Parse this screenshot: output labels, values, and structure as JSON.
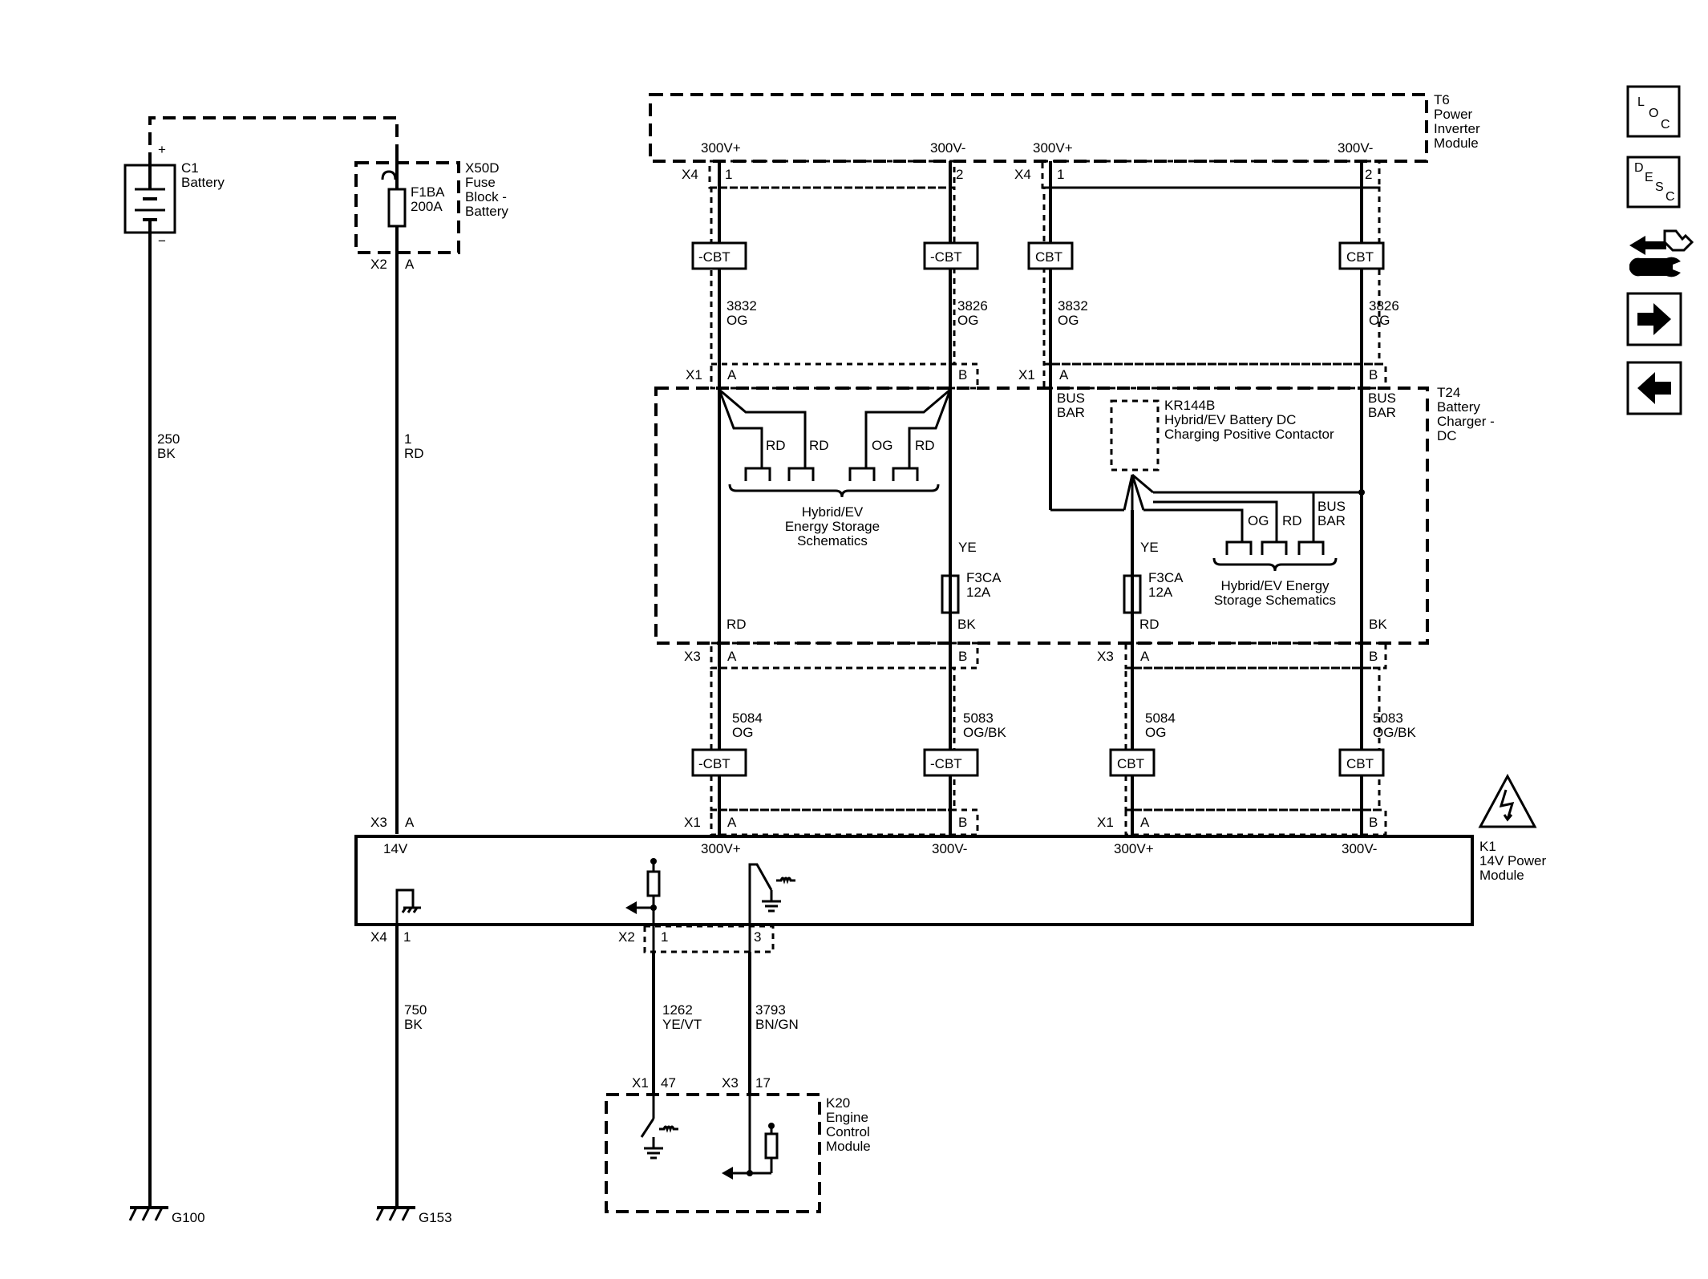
{
  "components": {
    "battery": {
      "ref": "C1",
      "name": "Battery",
      "plus": "+",
      "minus": "−"
    },
    "fuse_block": {
      "ref": "X50D",
      "name_lines": [
        "Fuse",
        "Block -",
        "Battery"
      ],
      "fuse_ref": "F1BA",
      "fuse_rating": "200A"
    },
    "inverter": {
      "ref": "T6",
      "name_lines": [
        "Power",
        "Inverter",
        "Module"
      ]
    },
    "charger": {
      "ref": "T24",
      "name_lines": [
        "Battery",
        "Charger -",
        "DC"
      ]
    },
    "contactor": {
      "ref": "KR144B",
      "name_lines": [
        "Hybrid/EV Battery DC",
        "Charging Positive Contactor"
      ]
    },
    "power_module": {
      "ref": "K1",
      "name_lines": [
        "14V Power",
        "Module"
      ]
    },
    "ecm": {
      "ref": "K20",
      "name_lines": [
        "Engine",
        "Control",
        "Module"
      ]
    },
    "fuse_left": {
      "ref": "F3CA",
      "rating": "12A"
    },
    "fuse_right": {
      "ref": "F3CA",
      "rating": "12A"
    }
  },
  "wires": {
    "batt_ground": {
      "circuit": "250",
      "color": "BK"
    },
    "batt_feed": {
      "circuit": "1",
      "color": "RD"
    },
    "module_ground": {
      "circuit": "750",
      "color": "BK"
    },
    "w3832a": {
      "circuit": "3832",
      "color": "OG"
    },
    "w3826a": {
      "circuit": "3826",
      "color": "OG"
    },
    "w3832b": {
      "circuit": "3832",
      "color": "OG"
    },
    "w3826b": {
      "circuit": "3826",
      "color": "OG"
    },
    "w5084a": {
      "circuit": "5084",
      "color": "OG"
    },
    "w5083a": {
      "circuit": "5083",
      "color": "OG/BK"
    },
    "w5084b": {
      "circuit": "5084",
      "color": "OG"
    },
    "w5083b": {
      "circuit": "5083",
      "color": "OG/BK"
    },
    "w1262": {
      "circuit": "1262",
      "color": "YE/VT"
    },
    "w3793": {
      "circuit": "3793",
      "color": "BN/GN"
    }
  },
  "labels": {
    "x2": "X2",
    "x3": "X3",
    "x4": "X4",
    "x1": "X1",
    "a": "A",
    "b": "B",
    "pin1": "1",
    "pin2": "2",
    "pin3": "3",
    "pin47": "47",
    "pin17": "17",
    "v300p": "300V+",
    "v300m": "300V-",
    "v14": "14V",
    "cbt_neg": "-CBT",
    "cbt": "CBT",
    "rd": "RD",
    "og": "OG",
    "bk": "BK",
    "ye": "YE",
    "bus": "BUS",
    "bar": "BAR",
    "hev_left": [
      "Hybrid/EV",
      "Energy Storage",
      "Schematics"
    ],
    "hev_right": [
      "Hybrid/EV Energy",
      "Storage Schematics"
    ],
    "g100": "G100",
    "g153": "G153"
  },
  "nav": {
    "loc": {
      "l": "L",
      "o": "O",
      "c": "C"
    },
    "desc": {
      "d": "D",
      "e": "E",
      "s": "S",
      "c": "C"
    },
    "conn_icon": "connector-repair-icon",
    "next_icon": "arrow-right-icon",
    "prev_icon": "arrow-left-icon"
  }
}
